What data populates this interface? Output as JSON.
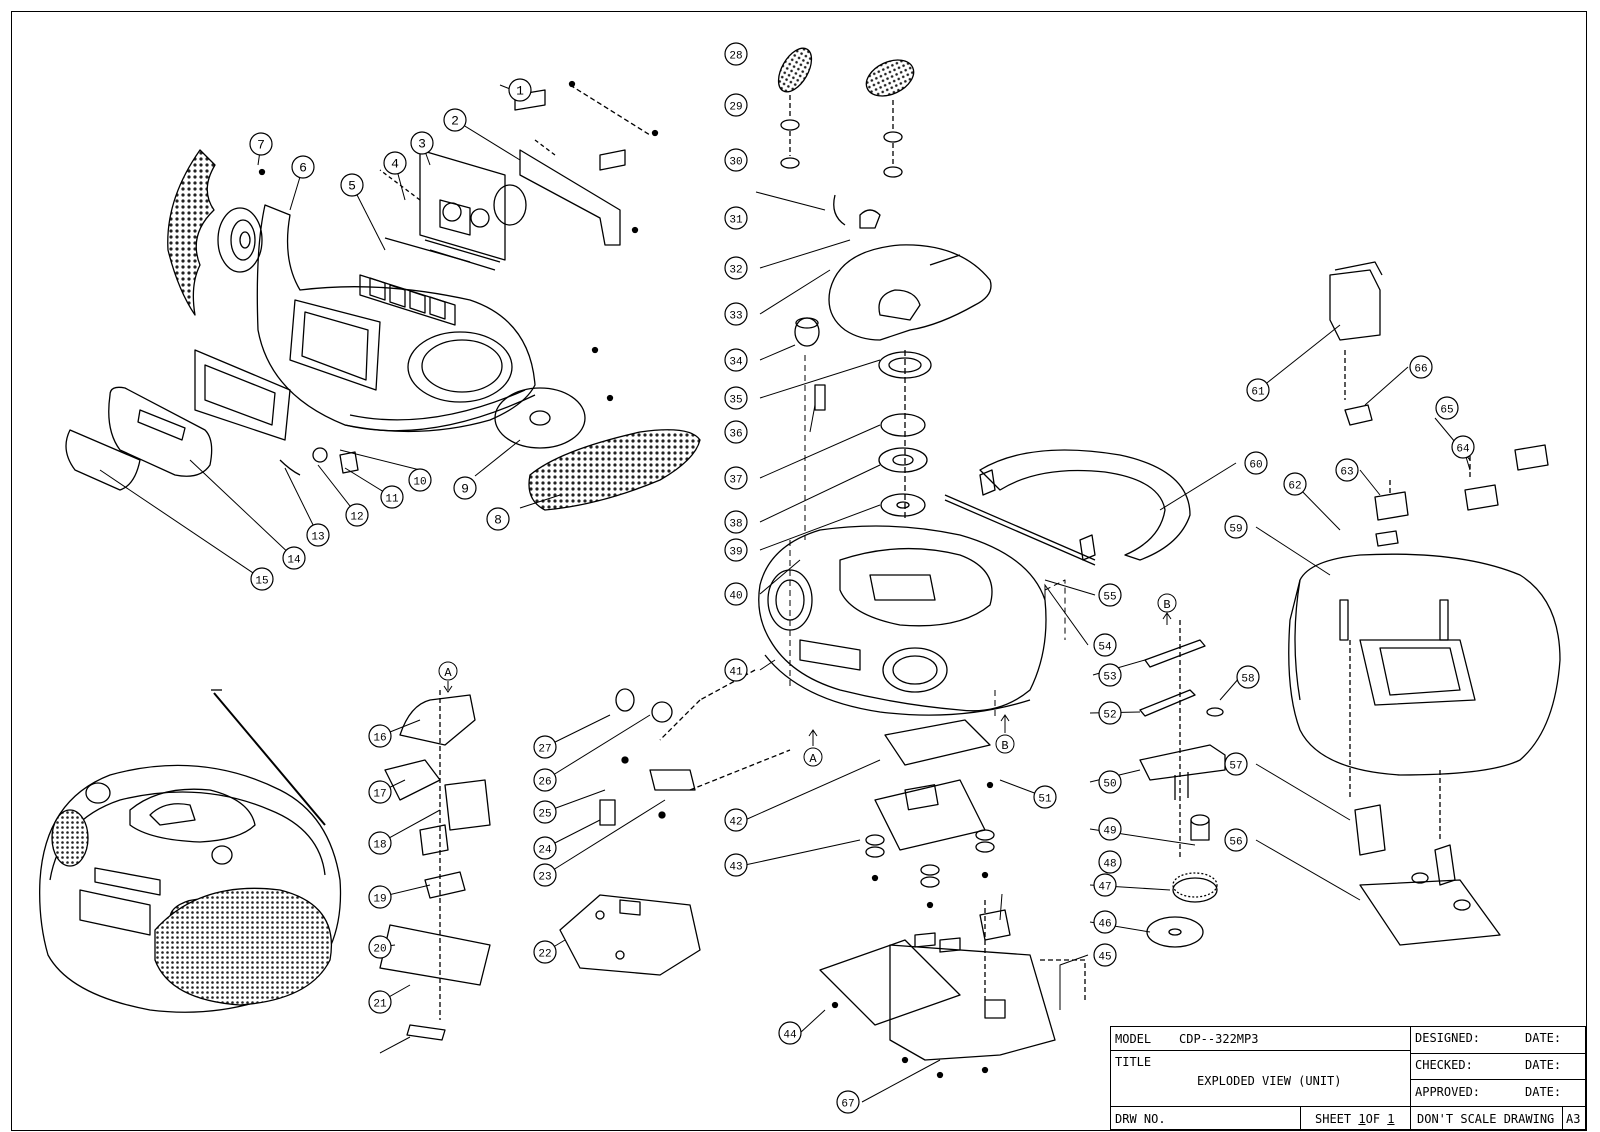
{
  "title_block": {
    "model_label": "MODEL",
    "model_value": "CDP--322MP3",
    "title_label": "TITLE",
    "title_value": "EXPLODED VIEW (UNIT)",
    "drw_no_label": "DRW NO.",
    "sheet_label": "SHEET",
    "sheet_number": "1",
    "sheet_of": "OF",
    "sheet_total": "1",
    "designed_label": "DESIGNED:",
    "checked_label": "CHECKED:",
    "approved_label": "APPROVED:",
    "date_label": "DATE:",
    "dont_scale": "DON'T SCALE DRAWING",
    "size": "A3"
  },
  "section_markers": [
    "A",
    "B"
  ],
  "part_numbers": [
    "1",
    "2",
    "3",
    "4",
    "5",
    "6",
    "7",
    "8",
    "9",
    "10",
    "11",
    "12",
    "13",
    "14",
    "15",
    "16",
    "17",
    "18",
    "19",
    "20",
    "21",
    "22",
    "23",
    "24",
    "25",
    "26",
    "27",
    "28",
    "29",
    "30",
    "31",
    "32",
    "33",
    "34",
    "35",
    "36",
    "37",
    "38",
    "39",
    "40",
    "41",
    "42",
    "43",
    "44",
    "45",
    "46",
    "47",
    "48",
    "49",
    "50",
    "51",
    "52",
    "53",
    "54",
    "55",
    "56",
    "57",
    "58",
    "59",
    "60",
    "61",
    "62",
    "63",
    "64",
    "65",
    "66",
    "67"
  ]
}
